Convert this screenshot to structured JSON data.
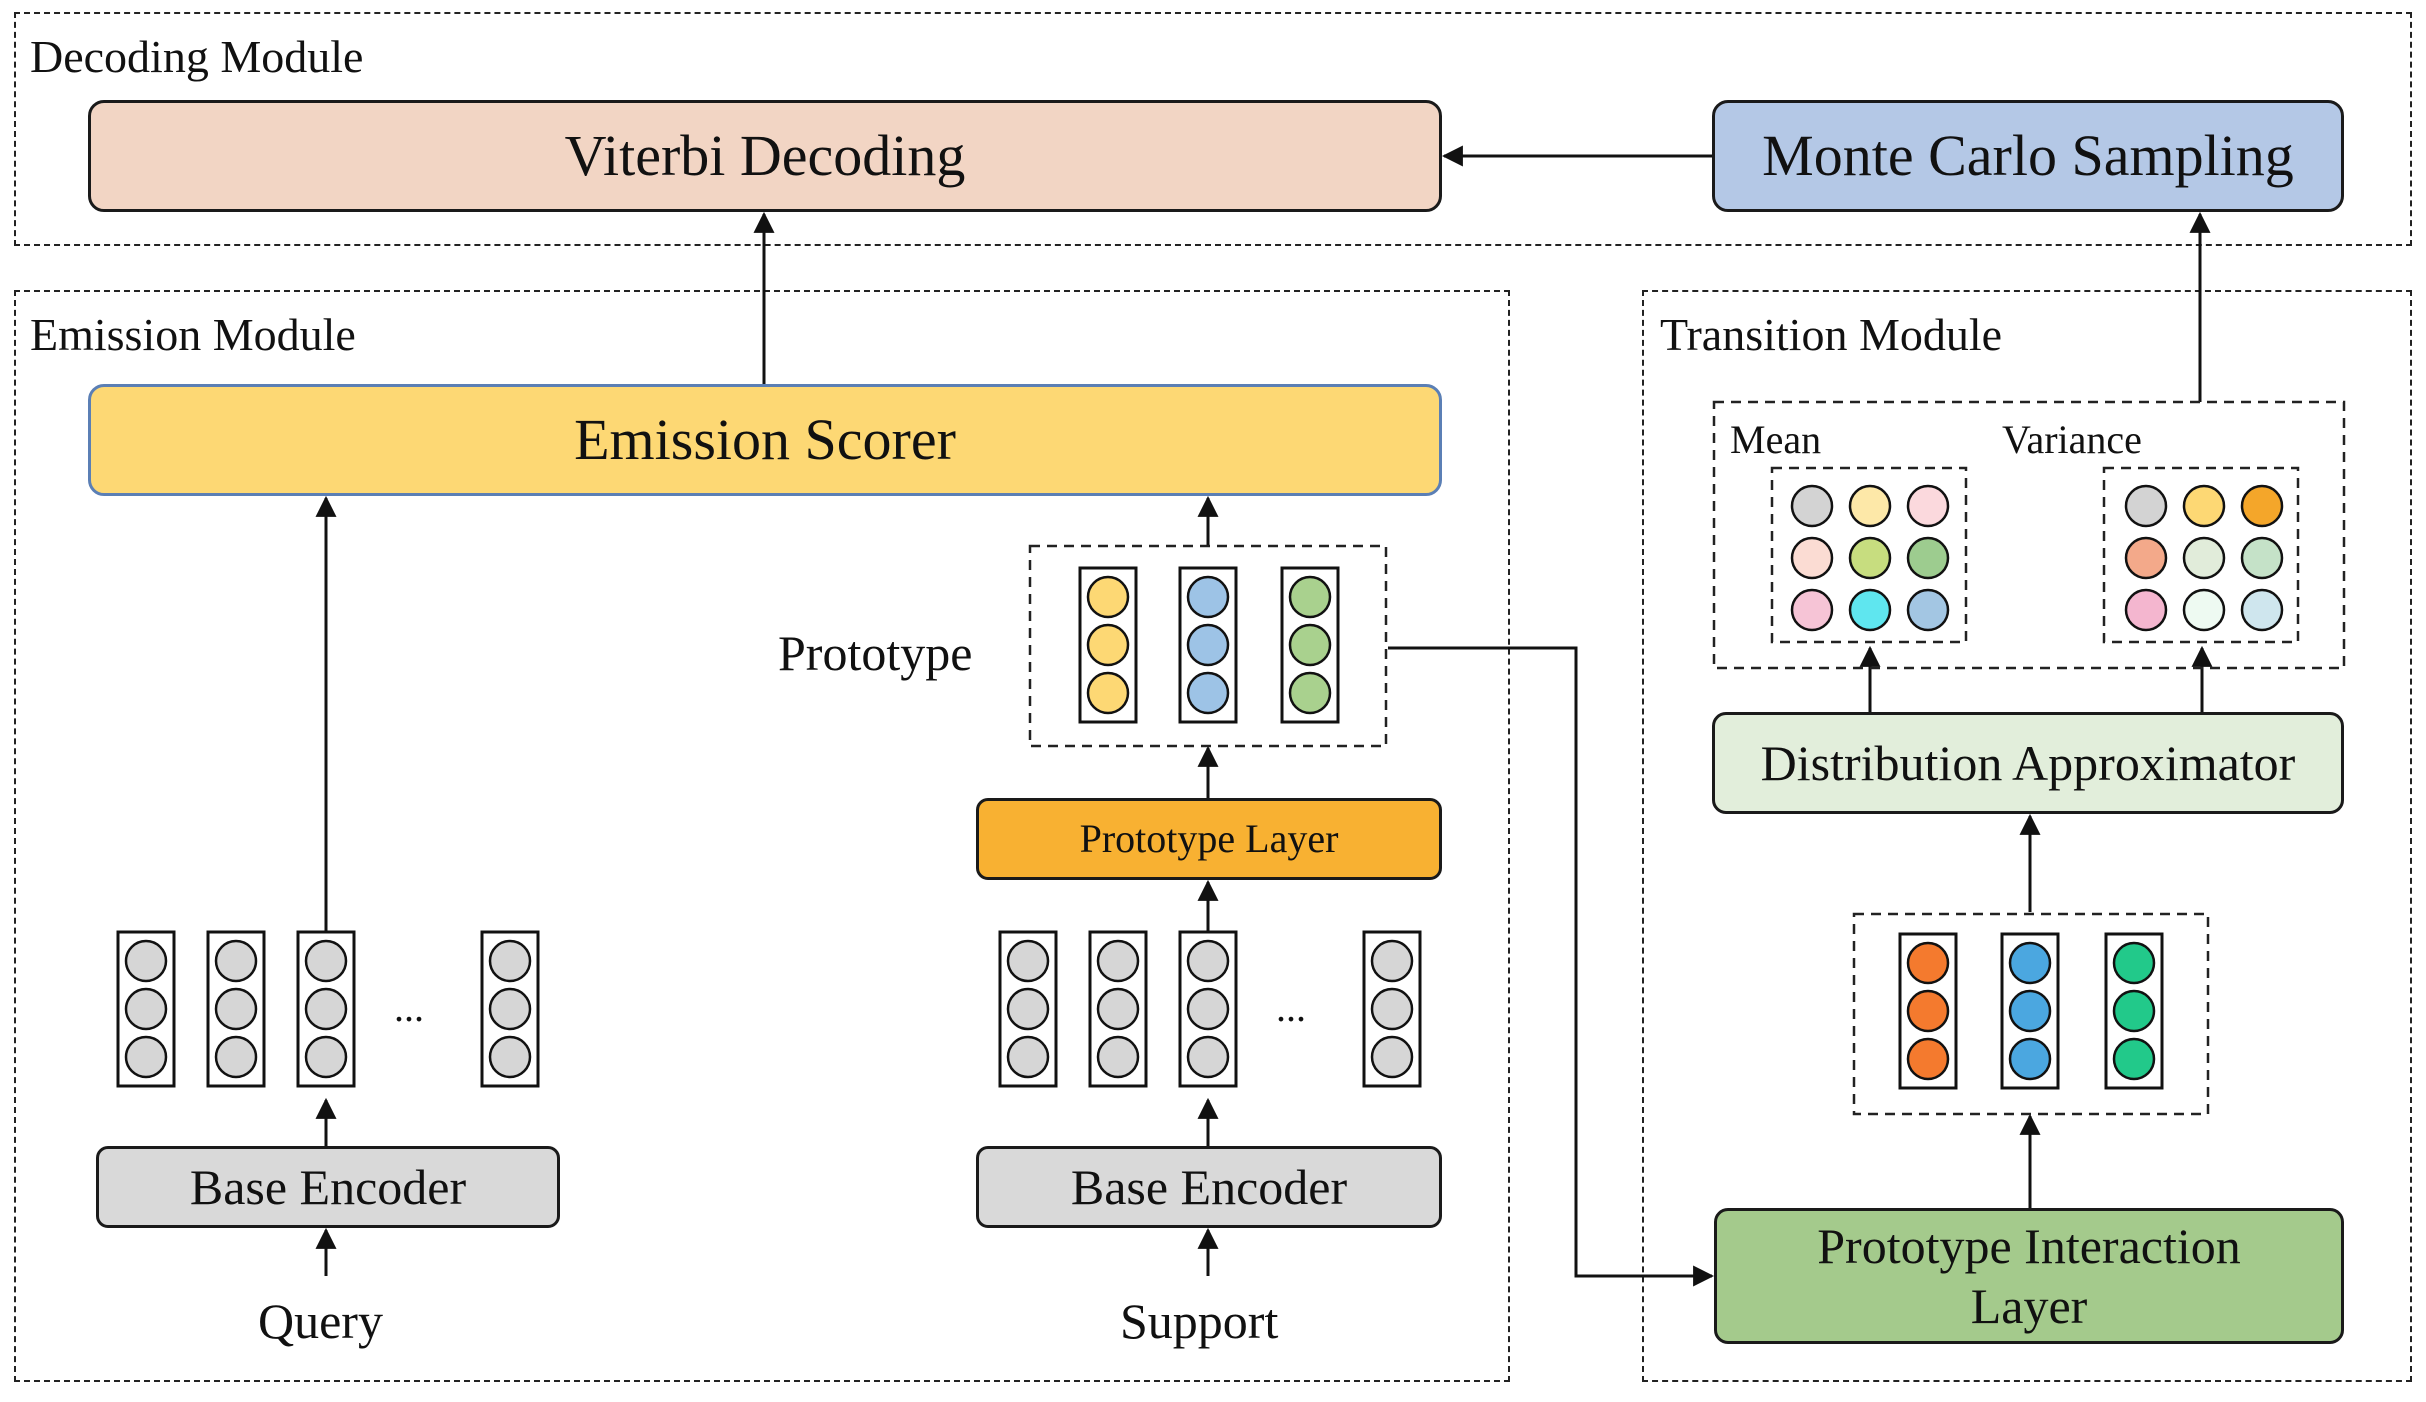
{
  "modules": {
    "decoding": "Decoding Module",
    "emission": "Emission Module",
    "transition": "Transition Module"
  },
  "boxes": {
    "viterbi": "Viterbi Decoding",
    "monte_carlo": "Monte Carlo Sampling",
    "emission_scorer": "Emission Scorer",
    "prototype_layer": "Prototype Layer",
    "base_encoder_query": "Base Encoder",
    "base_encoder_support": "Base Encoder",
    "distribution_approximator": "Distribution Approximator",
    "prototype_interaction": "Prototype Interaction Layer"
  },
  "labels": {
    "prototype": "Prototype",
    "query": "Query",
    "support": "Support",
    "mean": "Mean",
    "variance": "Variance",
    "ellipsis": "..."
  },
  "colors": {
    "viterbi_fill": "#f2d5c4",
    "monte_carlo_fill": "#b4c8e6",
    "emission_scorer_fill": "#fdd874",
    "emission_scorer_border": "#5b7fb5",
    "prototype_layer_fill": "#f8b132",
    "base_encoder_fill": "#d9d9d9",
    "distribution_fill": "#e2eedb",
    "interaction_fill": "#a4ca8c",
    "token_circle": "#d6d6d6",
    "yellow_circle": "#fdd874",
    "blue_circle": "#9dc3e6",
    "green_circle": "#a9d18e",
    "orange_circle": "#f47a2e",
    "bright_blue_circle": "#4ba7e0",
    "bright_green_circle": "#22c98a"
  },
  "mean_colors": [
    "#d3d3d3",
    "#fde8a8",
    "#fbd9dd",
    "#fbdcd3",
    "#c7dd7f",
    "#9dcc8f",
    "#f6c4d6",
    "#5fe6ef",
    "#a3c6e3"
  ],
  "variance_colors": [
    "#d3d3d3",
    "#fdd874",
    "#f4a62a",
    "#f3a98a",
    "#e1ecda",
    "#c5e2c8",
    "#f4b6cf",
    "#eefaf2",
    "#cfe6ee"
  ]
}
